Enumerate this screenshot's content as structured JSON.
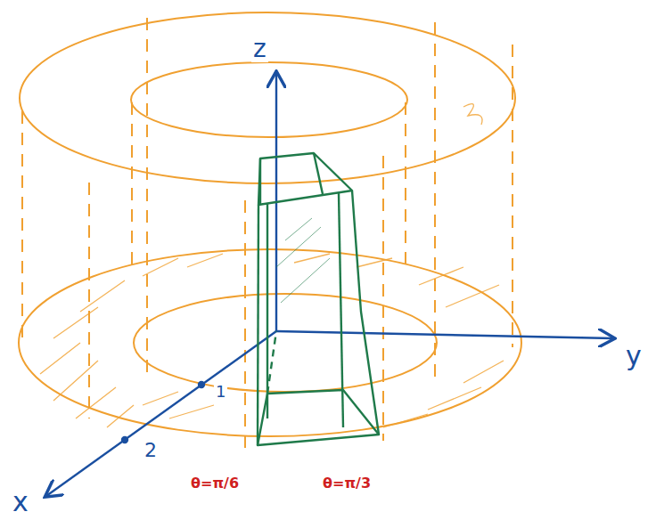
{
  "diagram": {
    "labels": [
      "z",
      "y",
      "1",
      "2",
      "x",
      "θ=π/6",
      "θ=π/3"
    ]
  }
}
